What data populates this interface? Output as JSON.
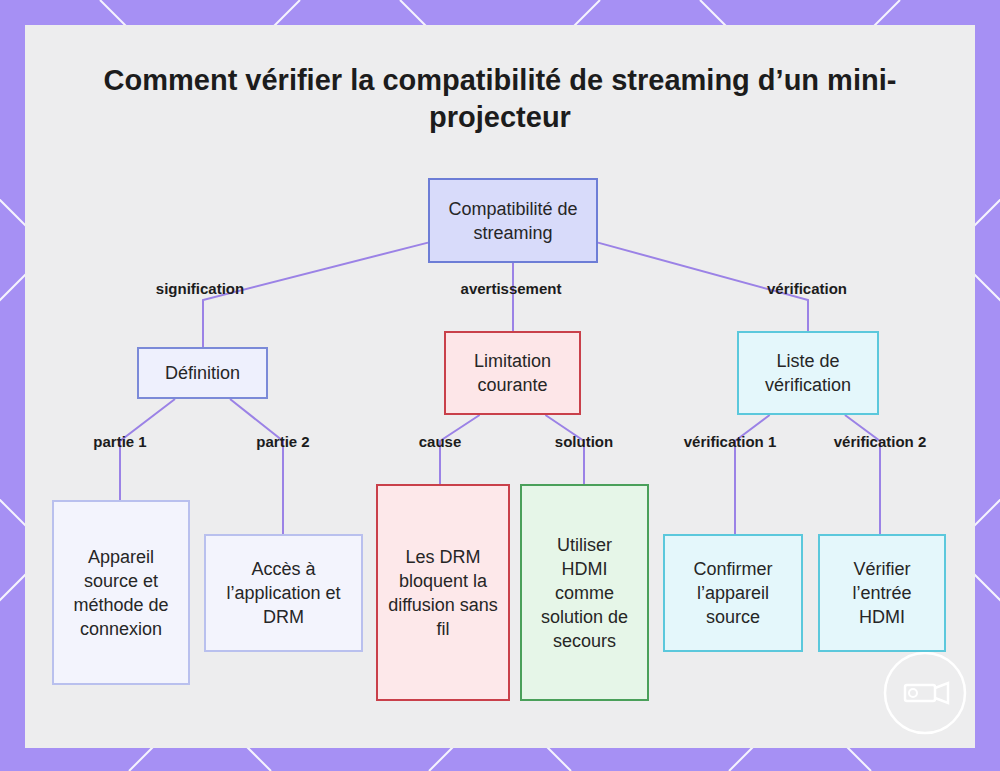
{
  "diagram": {
    "title": "Comment vérifier la compatibilité de streaming d’un mini-projecteur",
    "nodes": [
      {
        "text": [
          "Compatibilité de streaming"
        ]
      },
      {
        "text": [
          "Définition"
        ]
      },
      {
        "text": [
          "Limitation courante"
        ]
      },
      {
        "text": [
          "Liste de vérification"
        ]
      },
      {
        "text": [
          "Appareil source et méthode de connexion"
        ]
      },
      {
        "text": [
          "Accès à l’application et DRM"
        ]
      },
      {
        "text": [
          "Les DRM bloquent la diffusion sans fil"
        ]
      },
      {
        "text": [
          "Utiliser HDMI comme solution de secours"
        ]
      },
      {
        "text": [
          "Confirmer l’appareil source"
        ]
      },
      {
        "text": [
          "Vérifier l’entrée HDMI"
        ]
      }
    ],
    "edges": [
      {
        "from": 0,
        "to": 1,
        "label": "signification",
        "arrow": "none"
      },
      {
        "from": 0,
        "to": 2,
        "label": "avertissement",
        "arrow": "none"
      },
      {
        "from": 0,
        "to": 3,
        "label": "vérification",
        "arrow": "none"
      },
      {
        "from": 1,
        "to": 4,
        "label": "partie 1",
        "arrow": "none"
      },
      {
        "from": 1,
        "to": 5,
        "label": "partie 2",
        "arrow": "none"
      },
      {
        "from": 2,
        "to": 6,
        "label": "cause",
        "arrow": "none"
      },
      {
        "from": 2,
        "to": 7,
        "label": "solution",
        "arrow": "none"
      },
      {
        "from": 3,
        "to": 8,
        "label": "vérification 1",
        "arrow": "none"
      },
      {
        "from": 3,
        "to": 9,
        "label": "vérification 2",
        "arrow": "none"
      }
    ]
  }
}
